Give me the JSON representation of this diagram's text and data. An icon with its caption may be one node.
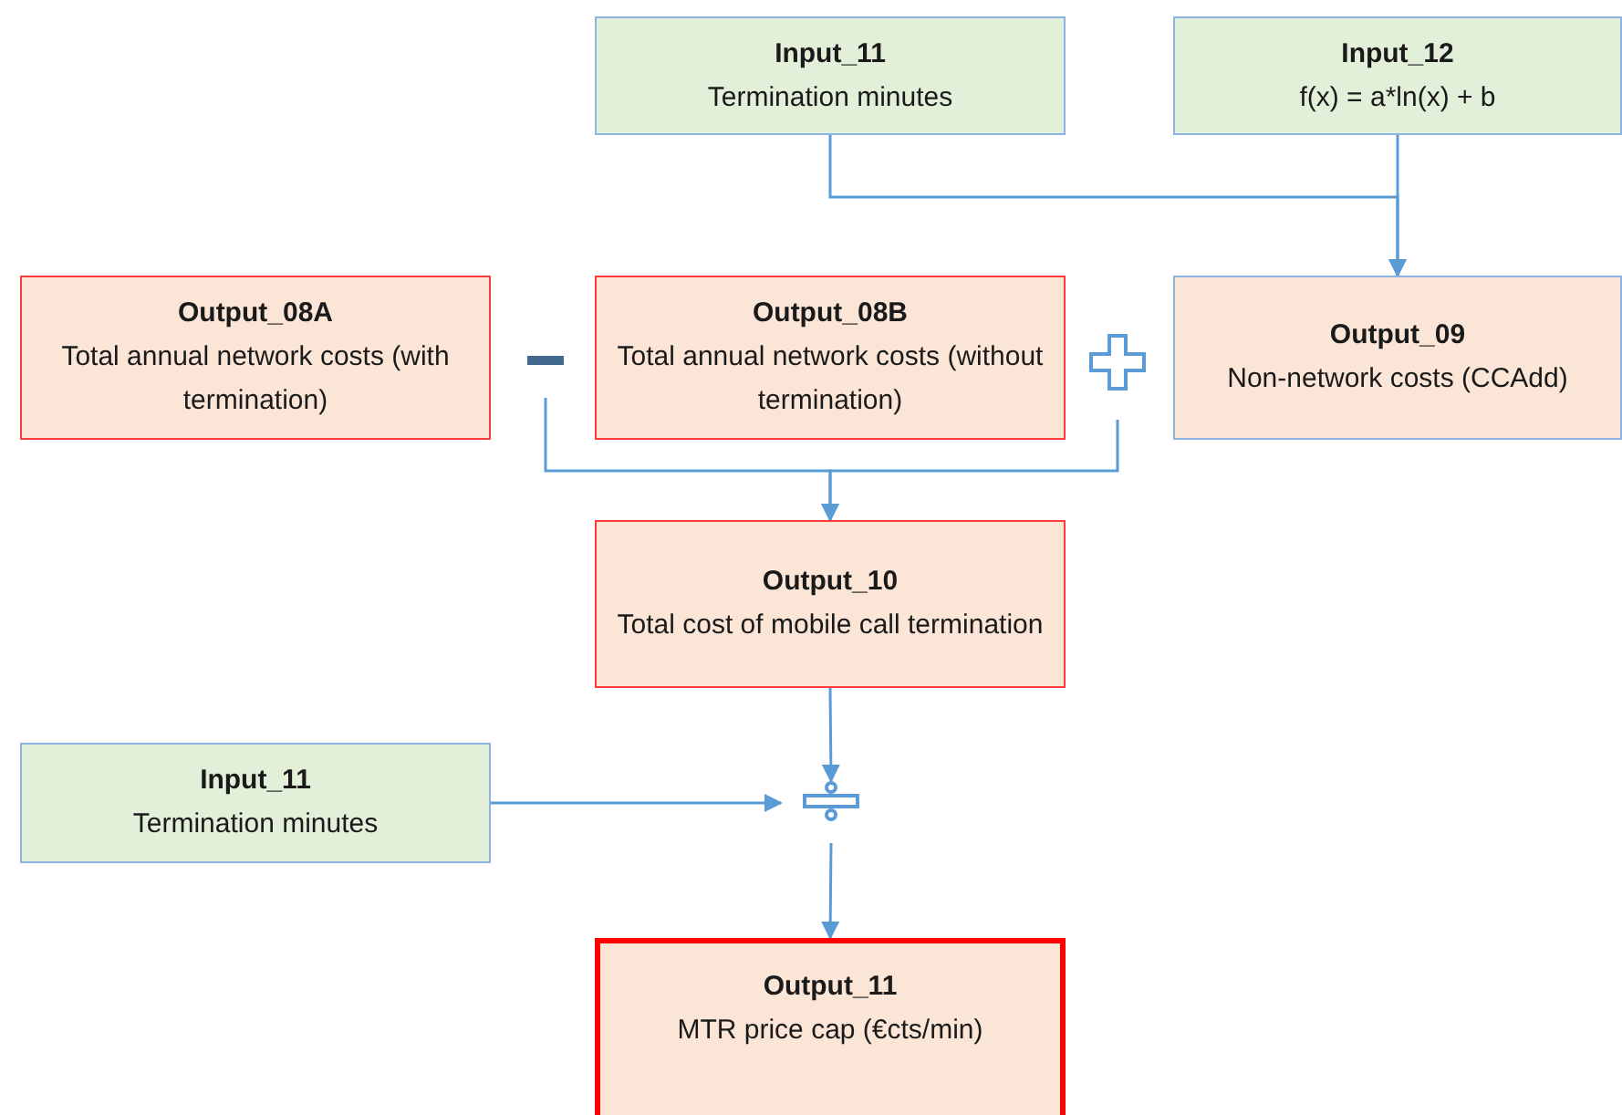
{
  "diagram": {
    "nodes": [
      {
        "text": [
          "Input_11",
          "Termination minutes"
        ]
      },
      {
        "text": [
          "Input_12",
          "f(x) = a*ln(x) + b"
        ]
      },
      {
        "text": [
          "Output_08A",
          "Total annual network costs (with termination)"
        ]
      },
      {
        "text": [
          "Output_08B",
          "Total annual network costs (without termination)"
        ]
      },
      {
        "text": [
          "Output_09",
          "Non-network costs (CCAdd)"
        ]
      },
      {
        "text": [
          "Output_10",
          "Total cost of mobile call termination"
        ]
      },
      {
        "text": [
          "Input_11",
          "Termination minutes"
        ]
      },
      {
        "text": [],
        "shape": "minus"
      },
      {
        "text": [],
        "shape": "plus"
      },
      {
        "text": [],
        "shape": "divide"
      },
      {
        "text": [
          "Output_11",
          "MTR price cap (€cts/min)"
        ]
      }
    ],
    "edges": [
      {
        "from": 0,
        "to": 4,
        "arrow": "to"
      },
      {
        "from": 1,
        "to": 4,
        "arrow": "to"
      },
      {
        "from": 7,
        "to": 5,
        "arrow": "to"
      },
      {
        "from": 8,
        "to": 5,
        "arrow": "to"
      },
      {
        "from": 5,
        "to": 9,
        "arrow": "to"
      },
      {
        "from": 6,
        "to": 9,
        "arrow": "to"
      },
      {
        "from": 9,
        "to": 10,
        "arrow": "to"
      }
    ]
  }
}
